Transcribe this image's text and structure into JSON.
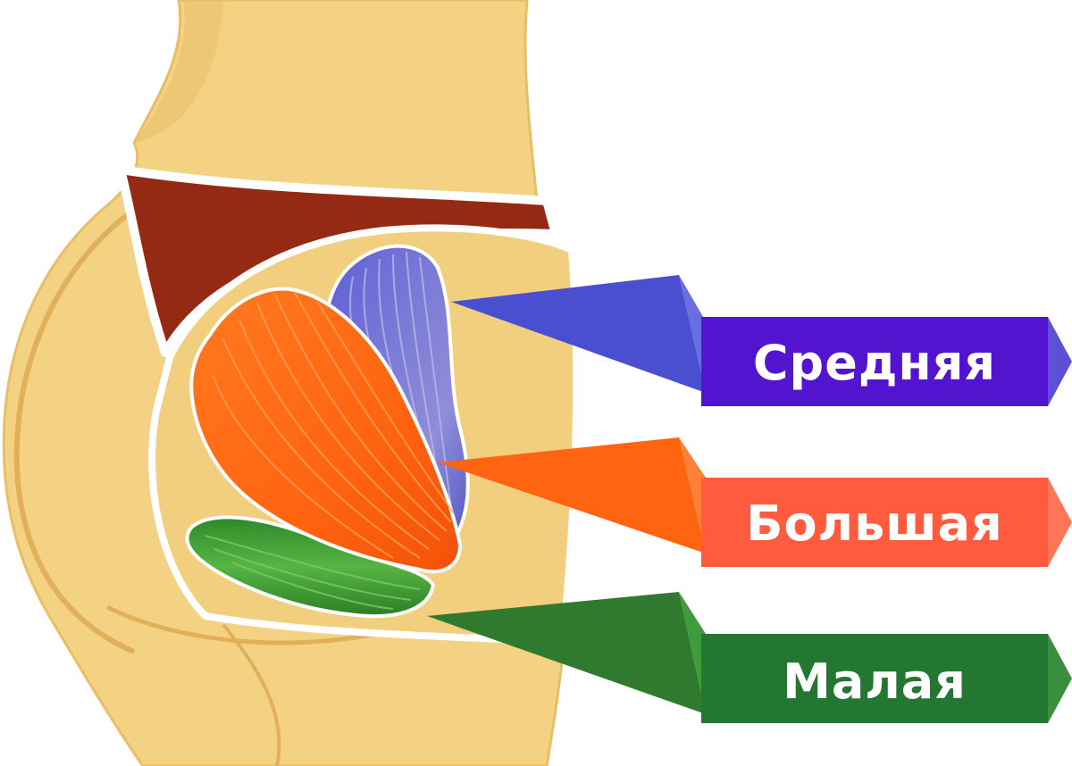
{
  "labels": {
    "middle": "Средняя",
    "large": "Большая",
    "small": "Малая"
  },
  "colors": {
    "skin": "#F4D283",
    "skin_dark": "#E7BC62",
    "underwear": "#952A14",
    "middle_muscle": "#5459CC",
    "large_muscle": "#FF6A10",
    "small_muscle": "#3B9A35",
    "middle_label": "#5214CF",
    "large_label": "#FE5B3F",
    "small_label": "#237731"
  }
}
